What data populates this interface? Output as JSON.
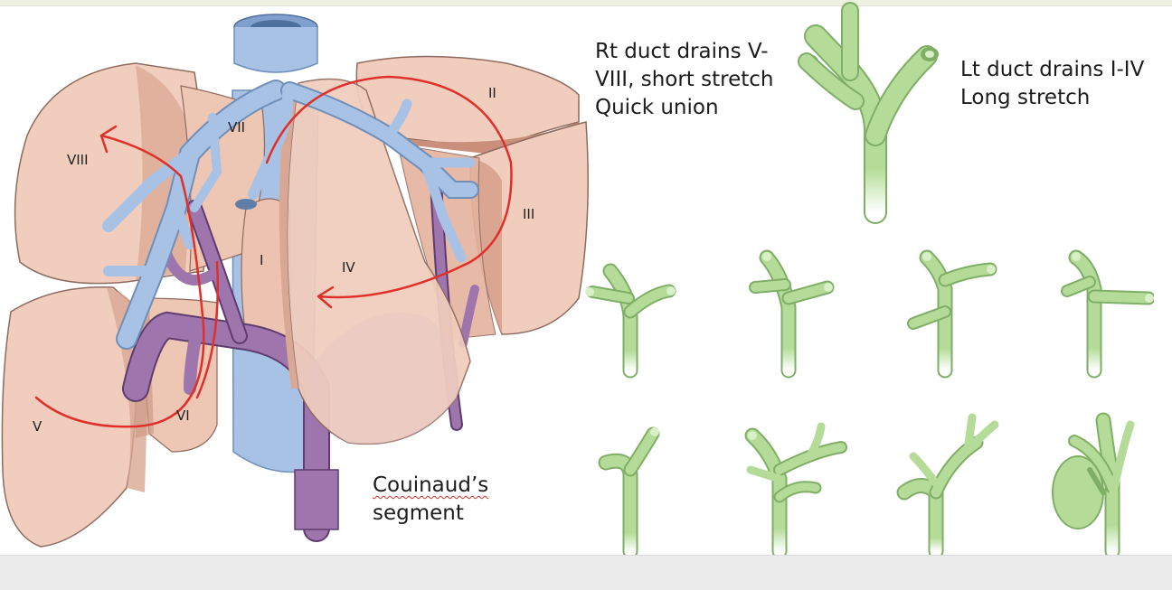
{
  "slide": {
    "captions": {
      "right_duct": {
        "line1": "Rt duct drains V-",
        "line2": "VIII, short stretch",
        "line3": "Quick union"
      },
      "left_duct": {
        "line1": "Lt duct drains I-IV",
        "line2": "Long stretch"
      },
      "couinaud": {
        "line1": "Couinaud’s",
        "line2": "segment"
      }
    },
    "segment_labels": {
      "s1": "I",
      "s2": "II",
      "s3": "III",
      "s4": "IV",
      "s5": "V",
      "s6": "VI",
      "s7": "VII",
      "s8": "VIII"
    }
  },
  "colors": {
    "liver": "#f1cdbd",
    "liver_edge": "#8d6b5f",
    "hepatic_vein": "#a3bde3",
    "portal_vein": "#9e76ad",
    "arrow_red": "#e0302a",
    "bile_duct": "#b4dc98"
  }
}
